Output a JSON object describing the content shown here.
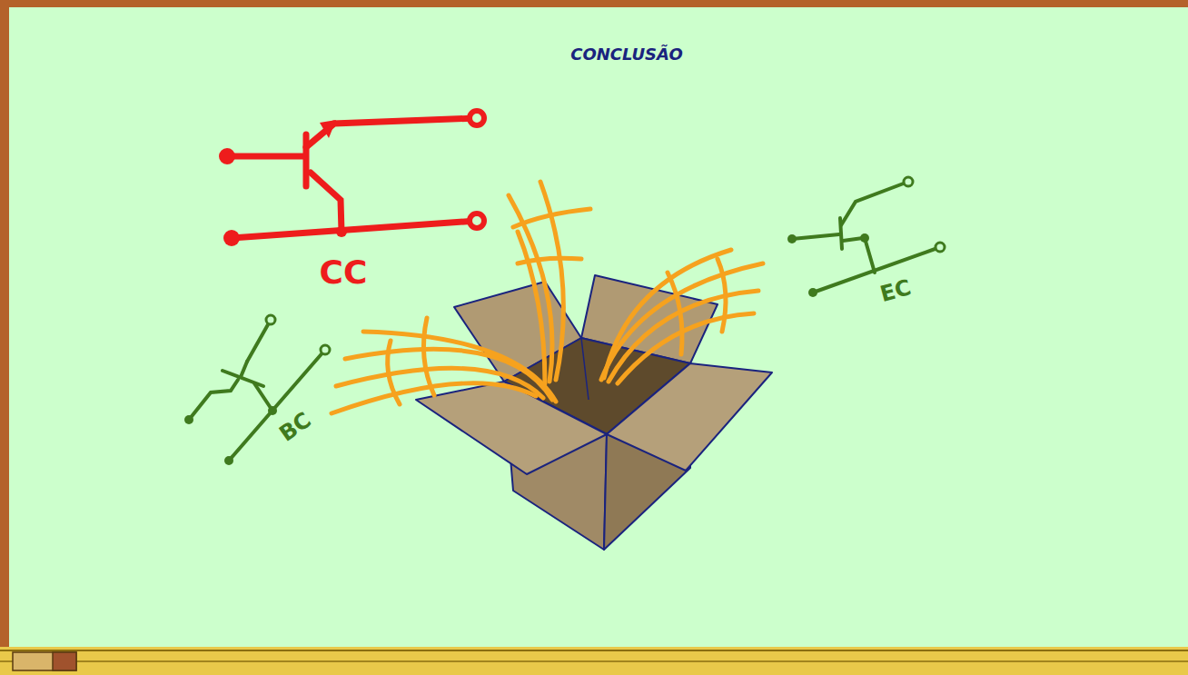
{
  "diagram": {
    "title": "CONCLUSÃO",
    "labels": [
      "CC",
      "EC",
      "BC"
    ]
  }
}
